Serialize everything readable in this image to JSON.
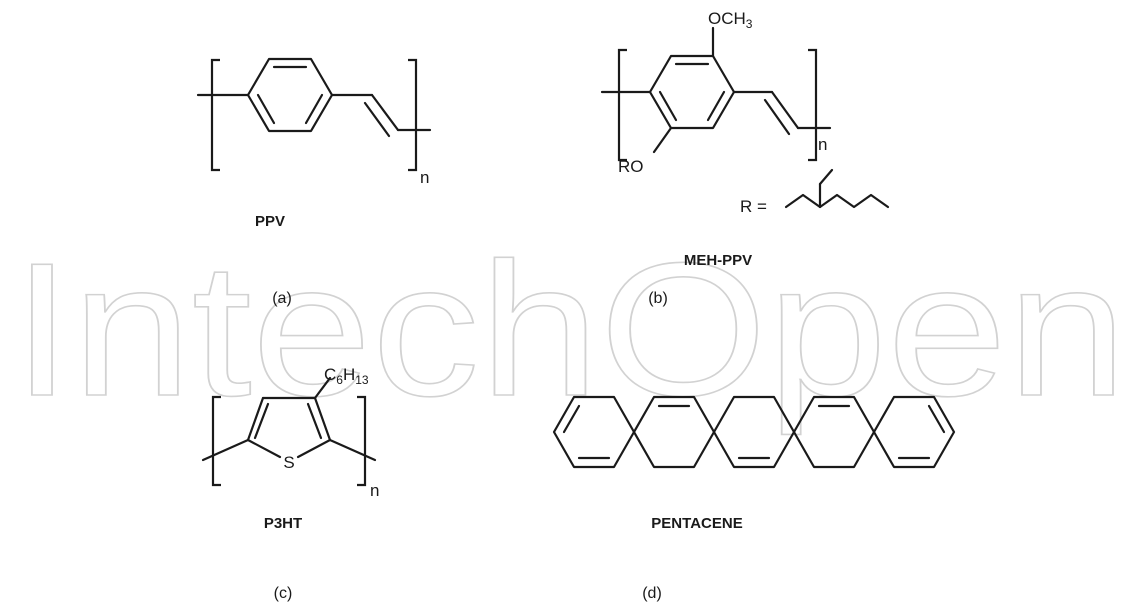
{
  "watermark": "IntechOpen",
  "colors": {
    "ink": "#1a1a1a",
    "watermark": "#d2d2d2",
    "background": "#ffffff"
  },
  "molecules": {
    "ppv": {
      "name": "PPV",
      "repeat_subscript": "n",
      "panel": "(a)"
    },
    "meh_ppv": {
      "name": "MEH-PPV",
      "repeat_subscript": "n",
      "panel": "(b)",
      "substituent_top": "OCH",
      "substituent_top_sub": "3",
      "substituent_left": "RO",
      "r_definition": "R ="
    },
    "p3ht": {
      "name": "P3HT",
      "repeat_subscript": "n",
      "panel": "(c)",
      "heteroatom": "S",
      "side_chain_c": "C",
      "side_chain_c_sub": "6",
      "side_chain_h": "H",
      "side_chain_h_sub": "13"
    },
    "pentacene": {
      "name": "PENTACENE",
      "panel": "(d)"
    }
  }
}
